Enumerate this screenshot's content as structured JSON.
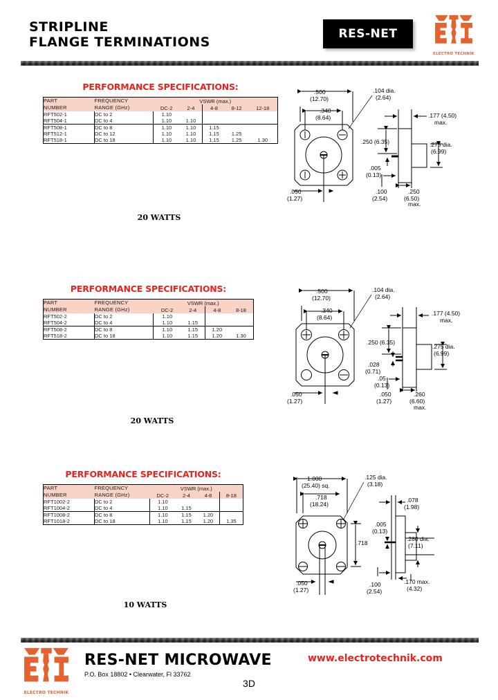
{
  "header": {
    "title_line1": "STRIPLINE",
    "title_line2": "FLANGE TERMINATIONS",
    "resnet_logo_text": "RES-NET",
    "eti_logo_text": "ETI",
    "eti_logo_sub": "ELECTRO TECHNIK"
  },
  "colors": {
    "spec_title_red": "#e8221c",
    "table_header_fill": "#f9d3c6",
    "logo_orange": "#e4622e",
    "url_red": "#e8221c",
    "rule_dark": "#2c2c2c"
  },
  "sections": [
    {
      "spec_title": "PERFORMANCE SPECIFICATIONS:",
      "watts": "20 WATTS",
      "table": {
        "col_part": "PART NUMBER",
        "col_part_l1": "PART",
        "col_part_l2": "NUMBER",
        "col_freq_l1": "FREQUENCY",
        "col_freq_l2": "RANGE (GHz)",
        "vswr_group": "VSWR (max.)",
        "vswr_cols": [
          "DC-2",
          "2-4",
          "4-8",
          "8-12",
          "12-18"
        ],
        "rows": [
          {
            "part": "RFT502-1",
            "freq": "DC to 2",
            "vswr": [
              "1.10",
              "",
              "",
              "",
              ""
            ]
          },
          {
            "part": "RFT504-1",
            "freq": "DC to 4",
            "vswr": [
              "1.10",
              "1.10",
              "",
              "",
              ""
            ]
          },
          {
            "part": "RFT508-1",
            "freq": "DC to 8",
            "vswr": [
              "1.10",
              "1.10",
              "1.15",
              "",
              ""
            ]
          },
          {
            "part": "RFT512-1",
            "freq": "DC to 12",
            "vswr": [
              "1.10",
              "1.10",
              "1.15",
              "1.25",
              ""
            ]
          },
          {
            "part": "RFT518-1",
            "freq": "DC to 18",
            "vswr": [
              "1.10",
              "1.10",
              "1.15",
              "1.25",
              "1.30"
            ]
          }
        ],
        "divider_after_row": 1
      },
      "drawing": {
        "flange_shape": "square-chamfered",
        "dims": {
          "width_top": ".500",
          "width_top_mm": "(12.70)",
          "hole_spacing": ".340",
          "hole_spacing_mm": "(8.64)",
          "hole_dia": ".104 dia.",
          "hole_dia_mm": "(2.64)",
          "body_len": ".177 (4.50)",
          "body_len_max": "max.",
          "flange_h": ".250 (6.35)",
          "thin_dim": ".005",
          "thin_dim_mm": "(0.13)",
          "barrel_dia": ".275 dia.",
          "barrel_dia_mm": "(6.99)",
          "lead_w": ".050",
          "lead_w_mm": "(1.27)",
          "lead_l": ".100",
          "lead_l_mm": "(2.54)",
          "depth": ".250",
          "depth_mm": "(6.50)",
          "depth_max": "max."
        }
      }
    },
    {
      "spec_title": "PERFORMANCE SPECIFICATIONS:",
      "watts": "20 WATTS",
      "table": {
        "col_part_l1": "PART",
        "col_part_l2": "NUMBER",
        "col_freq_l1": "FREQUENCY",
        "col_freq_l2": "RANGE (GHz)",
        "vswr_group": "VSWR (max.)",
        "vswr_cols": [
          "DC-2",
          "2-4",
          "4-8",
          "8-18"
        ],
        "rows": [
          {
            "part": "RFT502-2",
            "freq": "DC to 2",
            "vswr": [
              "1.10",
              "",
              "",
              ""
            ]
          },
          {
            "part": "RFT504-2",
            "freq": "DC to 4",
            "vswr": [
              "1.10",
              "1.15",
              "",
              ""
            ]
          },
          {
            "part": "RFT508-2",
            "freq": "DC to 8",
            "vswr": [
              "1.10",
              "1.15",
              "1.20",
              ""
            ]
          },
          {
            "part": "RFT518-2",
            "freq": "DC to 18",
            "vswr": [
              "1.10",
              "1.15",
              "1.20",
              "1.30"
            ]
          }
        ],
        "divider_after_row": 1
      },
      "drawing": {
        "flange_shape": "square-chamfered",
        "dims": {
          "width_top": ".500",
          "width_top_mm": "(12.70)",
          "hole_spacing": ".340",
          "hole_spacing_mm": "(8.64)",
          "hole_dia": ".104 dia.",
          "hole_dia_mm": "(2.64)",
          "body_len": ".177 (4.50)",
          "body_len_max": "max.",
          "flange_h": ".250 (6.35)",
          "tab_t": ".028",
          "tab_t_mm": "(0.71)",
          "thin_dim": ".05",
          "thin_dim_mm": "(0.13)",
          "barrel_dia": ".275 dia.",
          "barrel_dia_mm": "(6.99)",
          "lead_w": ".050",
          "lead_w_mm": "(1.27)",
          "lead_l": ".050",
          "lead_l_mm": "(1.27)",
          "depth": ".260",
          "depth_mm": "(6.60)",
          "depth_max": "max."
        }
      }
    },
    {
      "spec_title": "PERFORMANCE SPECIFICATIONS:",
      "watts": "10 WATTS",
      "table": {
        "col_part_l1": "PART",
        "col_part_l2": "NUMBER",
        "col_freq_l1": "FREQUENCY",
        "col_freq_l2": "RANGE (GHz)",
        "vswr_group": "VSWR (max.)",
        "vswr_cols": [
          "DC-2",
          "2-4",
          "4-8",
          "8-18"
        ],
        "rows": [
          {
            "part": "RFT1002-2",
            "freq": "DC to 2",
            "vswr": [
              "1.10",
              "",
              "",
              ""
            ]
          },
          {
            "part": "RFT1004-2",
            "freq": "DC to 4",
            "vswr": [
              "1.10",
              "1.15",
              "",
              ""
            ]
          },
          {
            "part": "RFT1008-2",
            "freq": "DC to 8",
            "vswr": [
              "1.10",
              "1.15",
              "1.20",
              ""
            ]
          },
          {
            "part": "RFT1018-2",
            "freq": "DC to 18",
            "vswr": [
              "1.10",
              "1.15",
              "1.20",
              "1.35"
            ]
          }
        ],
        "divider_after_row": 1
      },
      "drawing": {
        "flange_shape": "square-chamfered-large",
        "dims": {
          "width_top": "1.000",
          "width_top_mm": "(25.40) sq.",
          "hole_spacing": ".718",
          "hole_spacing_mm": "(18.24)",
          "hole_dia": ".125 dia.",
          "hole_dia_mm": "(3.18)",
          "side_dim": ".718",
          "body_len": ".078",
          "body_len_mm": "(1.98)",
          "thin_dim": ".005",
          "thin_dim_mm": "(0.13)",
          "barrel_dia": ".280 dia.",
          "barrel_dia_mm": "(7.11)",
          "lead_w": ".050",
          "lead_w_mm": "(1.27)",
          "lead_l": ".100",
          "lead_l_mm": "(2.54)",
          "depth": ".170 max.",
          "depth_mm": "(4.32)"
        }
      }
    }
  ],
  "footer": {
    "eti_logo_text": "ETI",
    "eti_logo_sub": "ELECTRO TECHNIK",
    "company": "RES-NET MICROWAVE",
    "address": "P.O. Box 18802 • Clearwater, Fl 33762",
    "url": "www.electrotechnik.com",
    "page": "3D"
  }
}
